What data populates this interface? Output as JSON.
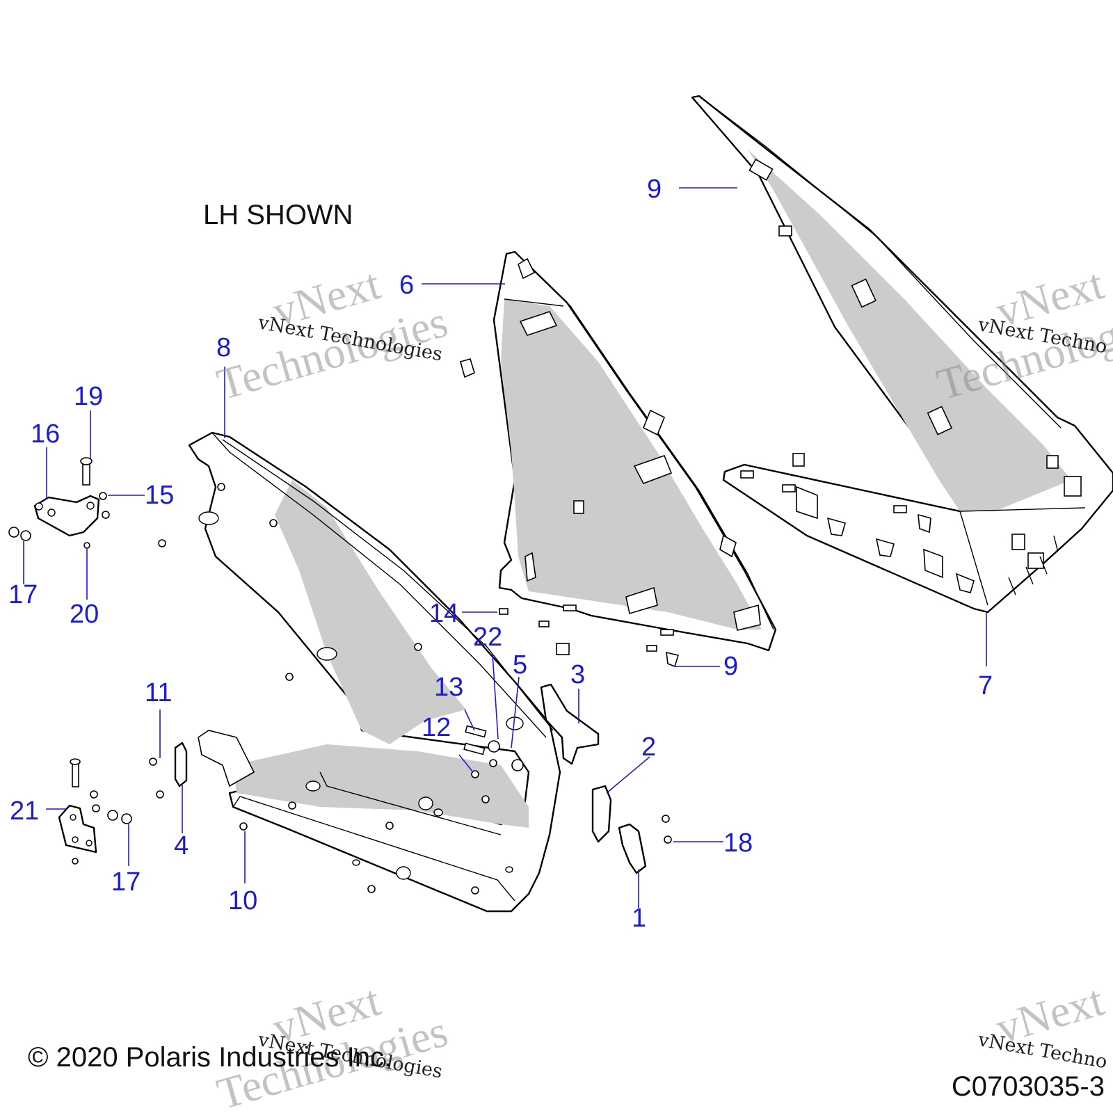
{
  "diagram": {
    "note": "LH SHOWN",
    "copyright": "© 2020 Polaris Industries Inc.",
    "figure_code": "C0703035-3",
    "watermark_big_1": "vNext",
    "watermark_big_2": "Technologies",
    "watermark_small": "vNext Technologies",
    "watermark_small_clip": "vNext Techno",
    "callout_color": "#1a1ad6",
    "callouts": {
      "c1": "1",
      "c2": "2",
      "c3": "3",
      "c4": "4",
      "c5": "5",
      "c6": "6",
      "c7": "7",
      "c8": "8",
      "c9a": "9",
      "c9b": "9",
      "c10": "10",
      "c11": "11",
      "c12": "12",
      "c13": "13",
      "c14": "14",
      "c15": "15",
      "c16": "16",
      "c17a": "17",
      "c17b": "17",
      "c18": "18",
      "c19": "19",
      "c20": "20",
      "c21": "21",
      "c22": "22"
    }
  }
}
